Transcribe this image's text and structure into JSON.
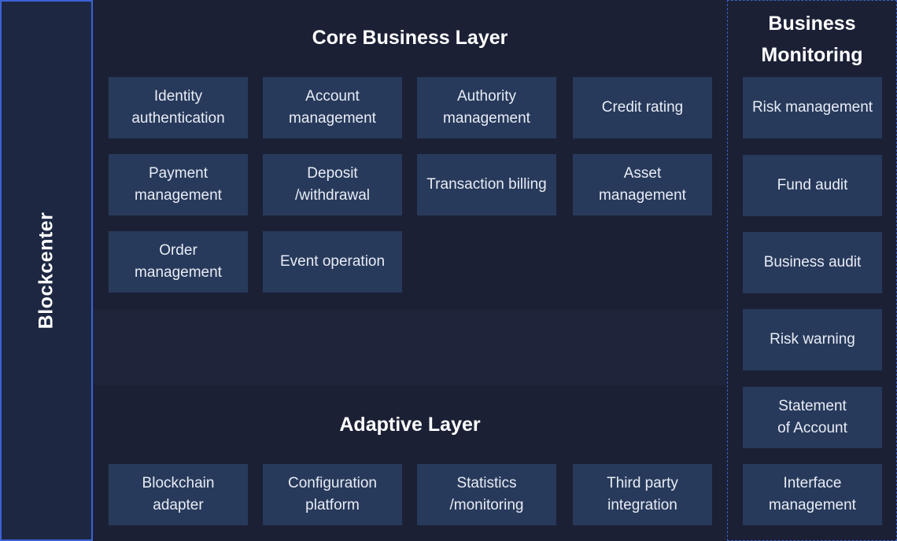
{
  "blockcenter": {
    "label": "Blockcenter"
  },
  "core_layer": {
    "title": "Core Business Layer",
    "tiles": [
      "Identity\nauthentication",
      "Account\nmanagement",
      "Authority\nmanagement",
      "Credit rating",
      "Payment\nmanagement",
      "Deposit\n/withdrawal",
      "Transaction billing",
      "Asset\nmanagement",
      "Order\nmanagement",
      "Event operation"
    ]
  },
  "adaptive_layer": {
    "title": "Adaptive Layer",
    "tiles": [
      "Blockchain\nadapter",
      "Configuration\nplatform",
      "Statistics\n/monitoring",
      "Third party\nintegration"
    ]
  },
  "business_monitoring": {
    "title": "Business\nMonitoring",
    "tiles": [
      "Risk management",
      "Fund audit",
      "Business audit",
      "Risk warning",
      "Statement\nof Account",
      "Interface\nmanagement"
    ]
  }
}
